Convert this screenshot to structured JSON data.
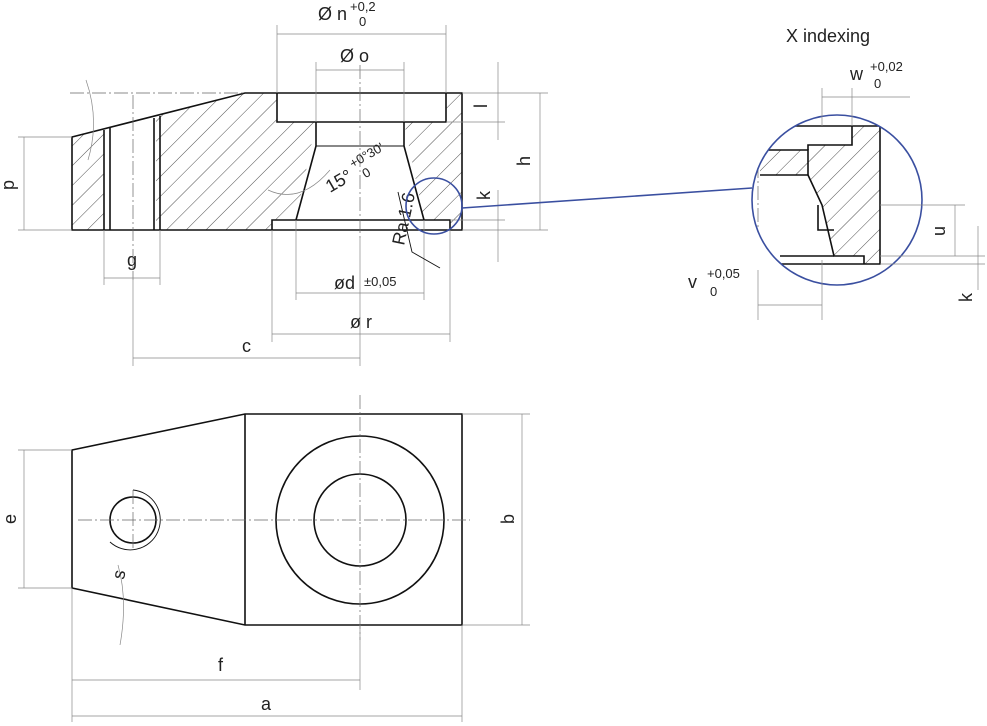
{
  "detail": {
    "title": "X indexing",
    "w_label": "w",
    "w_tol_upper": "+0,02",
    "w_tol_lower": "0",
    "v_label": "v",
    "v_tol_upper": "+0,05",
    "v_tol_lower": "0",
    "u_label": "u",
    "k_label": "k"
  },
  "section": {
    "n_label": "Ø n",
    "n_tol_upper": "+0,2",
    "n_tol_lower": "0",
    "o_label": "Ø o",
    "angle_label": "15°",
    "angle_tol_upper": "+0°30'",
    "angle_tol_lower": "0",
    "roughness_label": "Ra 1.6",
    "d_label": "ød",
    "d_tol": "±0,05",
    "r_label": "ø r",
    "c_label": "c",
    "g_label": "g",
    "p_label": "p",
    "l_label": "l",
    "h_label": "h",
    "k_label": "k"
  },
  "plan": {
    "e_label": "e",
    "b_label": "b",
    "s_label": "s",
    "f_label": "f",
    "a_label": "a"
  },
  "colors": {
    "line": "#111111",
    "dimension": "#888888",
    "detail_accent": "#3a4fa0"
  }
}
